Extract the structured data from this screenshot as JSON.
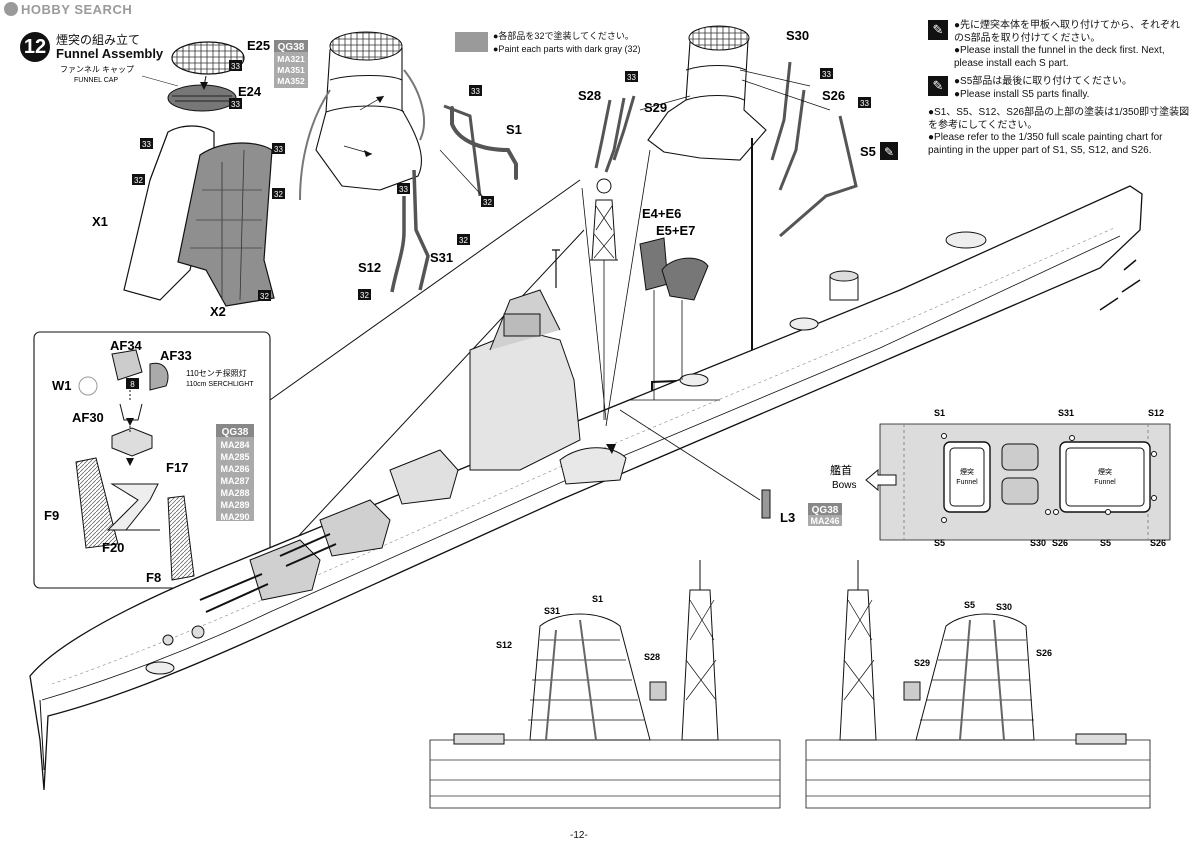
{
  "watermark": "HOBBY SEARCH",
  "step": {
    "number": "12",
    "title_jp": "煙突の組み立て",
    "title_en": "Funnel Assembly"
  },
  "funnel_cap": {
    "jp": "ファンネル キャップ",
    "en": "FUNNEL CAP"
  },
  "searchlight": {
    "jp": "110センチ探照灯",
    "en": "110cm SERCHLIGHT"
  },
  "paint_note": {
    "line1": "●各部品を32で塗装してください。",
    "line2": "●Paint each parts with dark gray (32)"
  },
  "notes": [
    {
      "jp": "●先に煙突本体を甲板へ取り付けてから、それぞれのS部品を取り付けてください。",
      "en": "●Please install the funnel in the deck first. Next, please install each S part."
    },
    {
      "jp": "●S5部品は最後に取り付けてください。",
      "en": "●Please install S5 parts finally."
    },
    {
      "jp": "●S1、S5、S12、S26部品の上部の塗装は1/350即寸塗装図を参考にしてください。",
      "en": "●Please refer to the 1/350 full scale painting chart for painting in the upper part of S1, S5, S12, and S26."
    }
  ],
  "parts": {
    "E25": "E25",
    "E24": "E24",
    "X1": "X1",
    "X2": "X2",
    "S1": "S1",
    "S12": "S12",
    "S31": "S31",
    "S28": "S28",
    "S29": "S29",
    "S30": "S30",
    "S26": "S26",
    "S5": "S5",
    "E4E6": "E4+E6",
    "E5E7": "E5+E7",
    "L3": "L3",
    "AF34": "AF34",
    "AF33": "AF33",
    "W1": "W1",
    "AF30": "AF30",
    "F17": "F17",
    "F9": "F9",
    "F20": "F20",
    "F8": "F8"
  },
  "codes": {
    "e25": [
      "QG38",
      "MA321",
      "MA351",
      "MA352"
    ],
    "searchlight": [
      "QG38",
      "MA284",
      "MA285",
      "MA286",
      "MA287",
      "MA288",
      "MA289",
      "MA290"
    ],
    "l3": [
      "QG38",
      "MA246"
    ]
  },
  "paint_codes": {
    "c32": "32",
    "c33": "33",
    "c8": "8"
  },
  "plan": {
    "bows_jp": "艦首",
    "bows_en": "Bows",
    "funnel_jp": "煙突",
    "funnel_en": "Funnel",
    "labels": [
      "S1",
      "S31",
      "S12",
      "S5",
      "S30",
      "S26",
      "S5",
      "S26"
    ]
  },
  "side_views": {
    "left": [
      "S31",
      "S1",
      "S12",
      "S28"
    ],
    "right": [
      "S5",
      "S30",
      "S26",
      "S29"
    ]
  },
  "page_number": "-12-",
  "colors": {
    "dark_gray_paint": "#9a9a9a",
    "plan_background": "#dcdcdc",
    "ink": "#111111"
  }
}
